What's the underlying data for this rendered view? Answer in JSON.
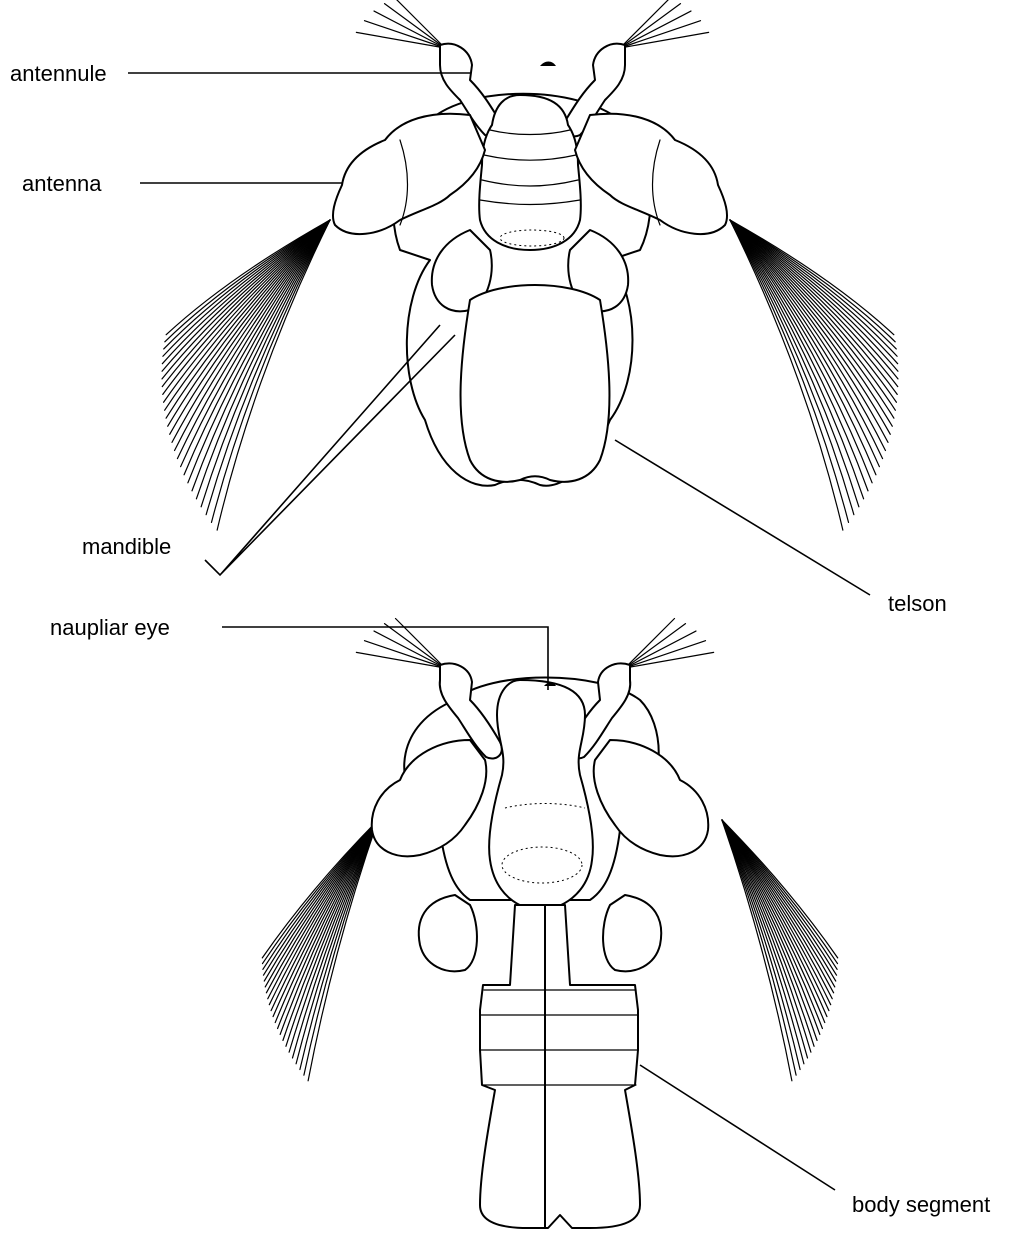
{
  "labels": {
    "antennule": "antennule",
    "antenna": "antenna",
    "mandible": "mandible",
    "telson": "telson",
    "naupliar_eye": "naupliar eye",
    "body_segment": "body segment"
  },
  "colors": {
    "ink": "#000000",
    "background": "#ffffff"
  }
}
